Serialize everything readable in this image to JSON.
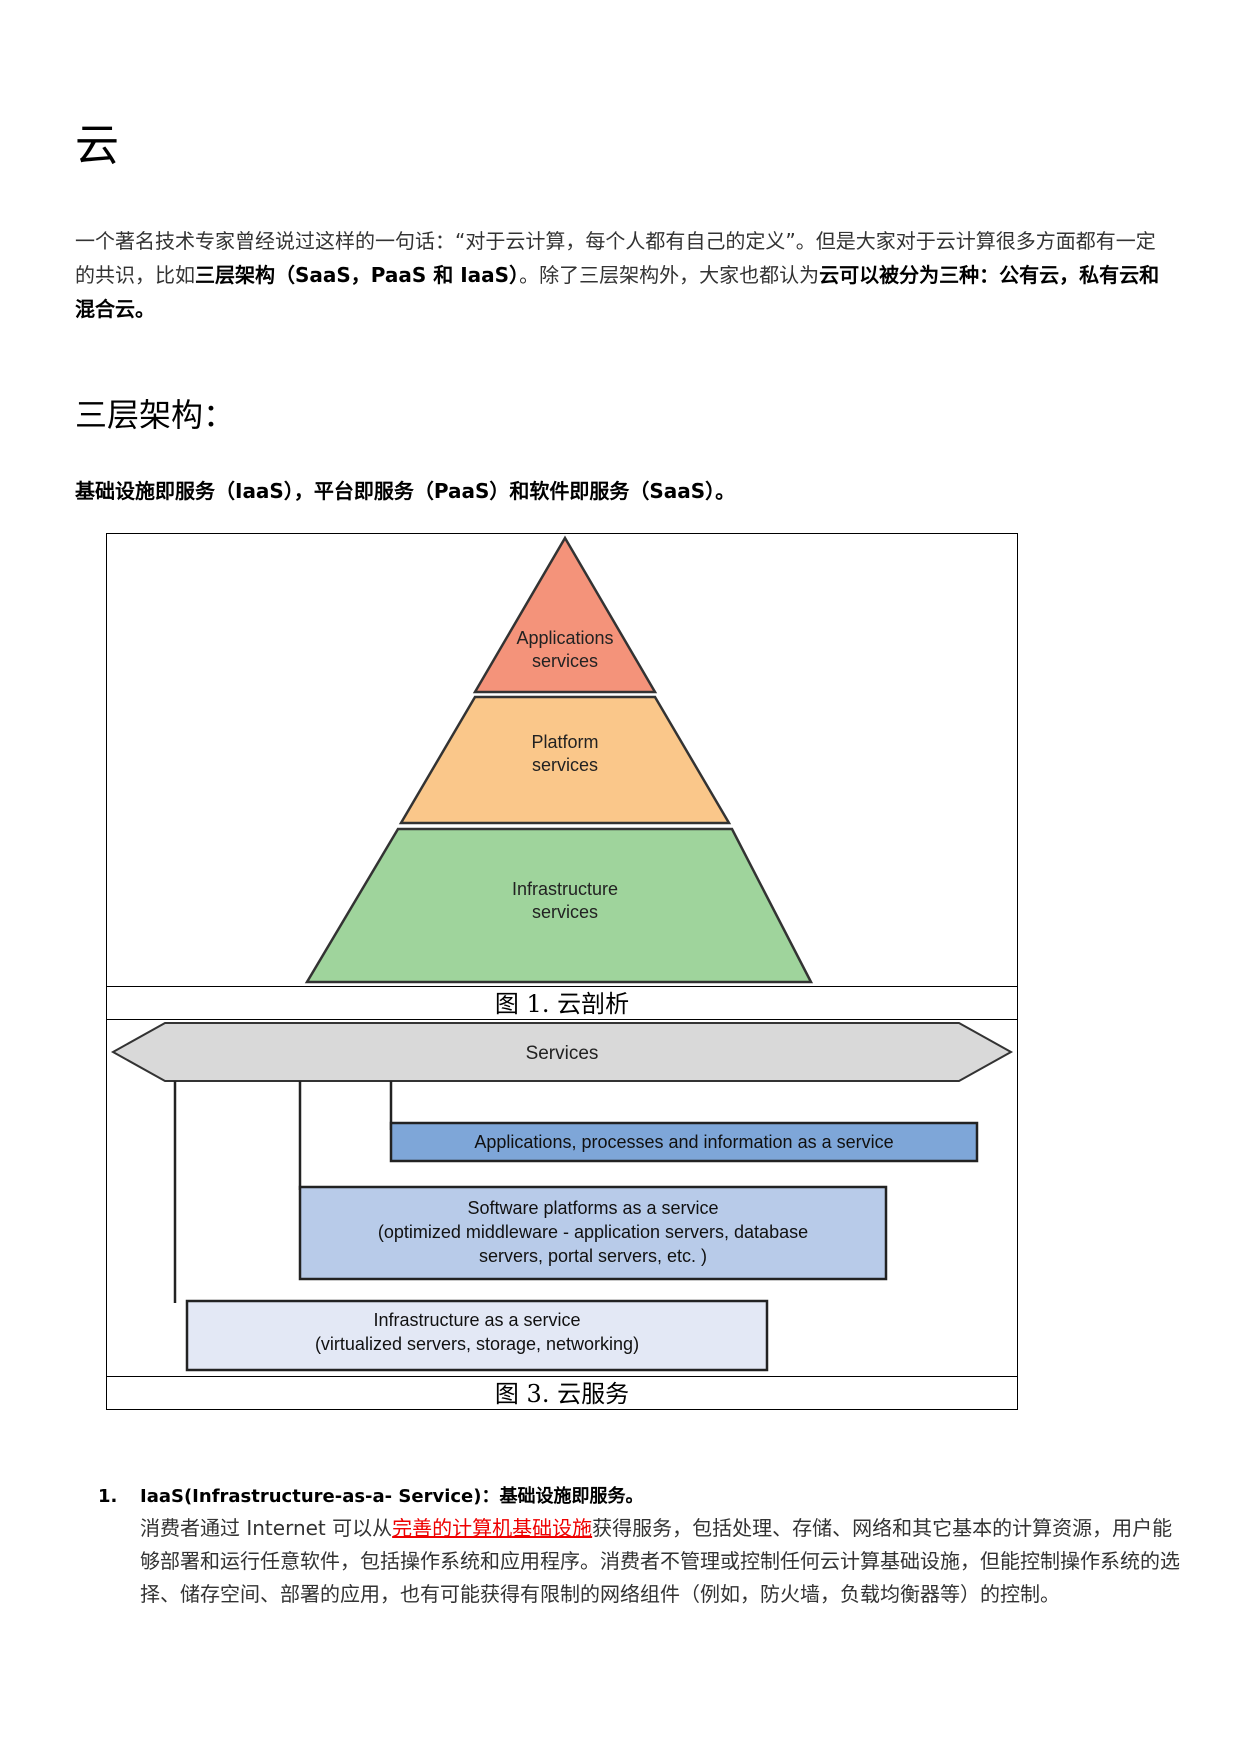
{
  "title": "云",
  "intro": {
    "part1": "一个著名技术专家曾经说过这样的一句话：“对于云计算，每个人都有自己的定义”。但是大家对于云计算很多方面都有一定的共识，比如",
    "bold1": "三层架构（SaaS，PaaS 和 IaaS）",
    "part2": "。除了三层架构外，大家也都认为",
    "bold2": "云可以被分为三种：公有云，私有云和混合云。"
  },
  "section_heading": "三层架构：",
  "section_subline": "基础设施即服务（IaaS），平台即服务（PaaS）和软件即服务（SaaS）。",
  "figure1": {
    "tiers": [
      {
        "line1": "Applications",
        "line2": "services",
        "color": "#f4937a"
      },
      {
        "line1": "Platform",
        "line2": "services",
        "color": "#fac78a"
      },
      {
        "line1": "Infrastructure",
        "line2": "services",
        "color": "#9fd49c"
      }
    ],
    "caption": "图 1.  云剖析"
  },
  "figure3": {
    "services_label": "Services",
    "apps_box": "Applications, processes and information as a service",
    "platform_box": {
      "line1": "Software platforms as a service",
      "line2": "(optimized middleware - application servers, database",
      "line3": "servers, portal servers, etc. )"
    },
    "infra_box": {
      "line1": "Infrastructure as a service",
      "line2": "(virtualized servers, storage, networking)"
    },
    "colors": {
      "arrow": "#d9d9d9",
      "apps": "#7ea6d8",
      "platform": "#b8cbe9",
      "infra": "#e3e8f5"
    },
    "caption": "图 3.  云服务"
  },
  "list": [
    {
      "number": "1.",
      "heading": "IaaS(Infrastructure-as-a- Service)：基础设施即服务。",
      "body_before": "消费者通过 Internet 可以从",
      "body_link": "完善的计算机基础设施",
      "body_after": "获得服务，包括处理、存储、网络和其它基本的计算资源，用户能够部署和运行任意软件，包括操作系统和应用程序。消费者不管理或控制任何云计算基础设施，但能控制操作系统的选择、储存空间、部署的应用，也有可能获得有限制的网络组件（例如，防火墙，负载均衡器等）的控制。"
    }
  ]
}
